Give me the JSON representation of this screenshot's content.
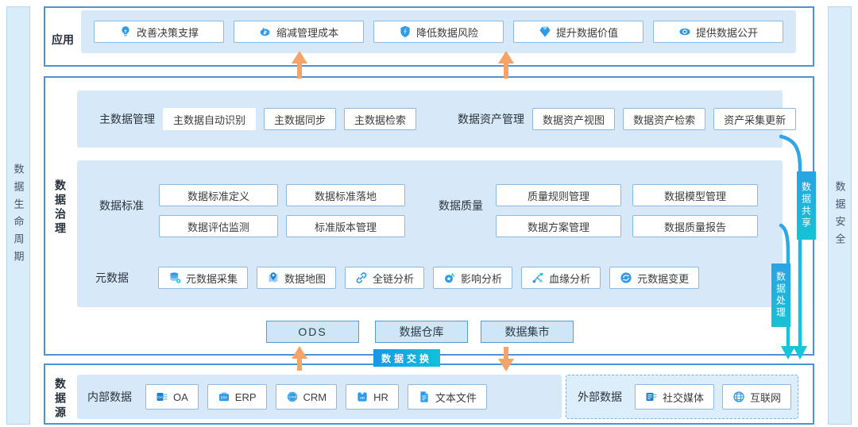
{
  "colors": {
    "section_border": "#4e94d4",
    "panel_bg": "#d7e9f9",
    "button_border": "#8cbae2",
    "badge_gradient_from": "#1a96e6",
    "badge_gradient_to": "#0fc2d9",
    "arrow_orange": "#f4a469",
    "flow_line_blue": "#2bacea"
  },
  "left_rail": {
    "label": "数据生命周期"
  },
  "right_rail": {
    "label": "数据安全"
  },
  "app_layer": {
    "label": "应用",
    "buttons": [
      {
        "label": "改善决策支撑",
        "icon": "bulb-icon"
      },
      {
        "label": "缩减管理成本",
        "icon": "piggy-bank-icon"
      },
      {
        "label": "降低数据风险",
        "icon": "shield-icon"
      },
      {
        "label": "提升数据价值",
        "icon": "diamond-icon"
      },
      {
        "label": "提供数据公开",
        "icon": "eye-icon"
      }
    ]
  },
  "governance_layer": {
    "label": "数据治理",
    "master_data": {
      "label": "主数据管理",
      "buttons": [
        {
          "label": "主数据自动识别",
          "variant": "plain"
        },
        {
          "label": "主数据同步"
        },
        {
          "label": "主数据检索"
        }
      ]
    },
    "asset_mgmt": {
      "label": "数据资产管理",
      "buttons": [
        {
          "label": "数据资产视图"
        },
        {
          "label": "数据资产检索"
        },
        {
          "label": "资产采集更新"
        }
      ]
    },
    "standards": {
      "label": "数据标准",
      "buttons": [
        {
          "label": "数据标准定义"
        },
        {
          "label": "数据标准落地"
        },
        {
          "label": "数据评估监测"
        },
        {
          "label": "标准版本管理"
        }
      ]
    },
    "quality": {
      "label": "数据质量",
      "buttons": [
        {
          "label": "质量规则管理"
        },
        {
          "label": "数据模型管理"
        },
        {
          "label": "数据方案管理"
        },
        {
          "label": "数据质量报告"
        }
      ]
    },
    "metadata": {
      "label": "元数据",
      "buttons": [
        {
          "label": "元数据采集",
          "icon": "database-icon"
        },
        {
          "label": "数据地图",
          "icon": "map-pin-icon"
        },
        {
          "label": "全链分析",
          "icon": "link-icon"
        },
        {
          "label": "影响分析",
          "icon": "impact-icon"
        },
        {
          "label": "血缘分析",
          "icon": "lineage-icon"
        },
        {
          "label": "元数据变更",
          "icon": "change-icon"
        }
      ]
    },
    "storage": {
      "ods": "ODS",
      "warehouse": "数据仓库",
      "mart": "数据集市"
    }
  },
  "exchange_badge": {
    "label": "数据交换"
  },
  "share_badge": {
    "label": "数据共享"
  },
  "process_badge": {
    "label": "数据处理"
  },
  "source_layer": {
    "label": "数据源",
    "internal": {
      "label": "内部数据",
      "buttons": [
        {
          "label": "OA",
          "icon": "oa-doc-icon"
        },
        {
          "label": "ERP",
          "icon": "erp-box-icon"
        },
        {
          "label": "CRM",
          "icon": "crm-circle-icon"
        },
        {
          "label": "HR",
          "icon": "hr-shirt-icon"
        },
        {
          "label": "文本文件",
          "icon": "text-file-icon"
        }
      ]
    },
    "external": {
      "label": "外部数据",
      "buttons": [
        {
          "label": "社交媒体",
          "icon": "social-media-icon"
        },
        {
          "label": "互联网",
          "icon": "globe-icon"
        }
      ]
    }
  }
}
